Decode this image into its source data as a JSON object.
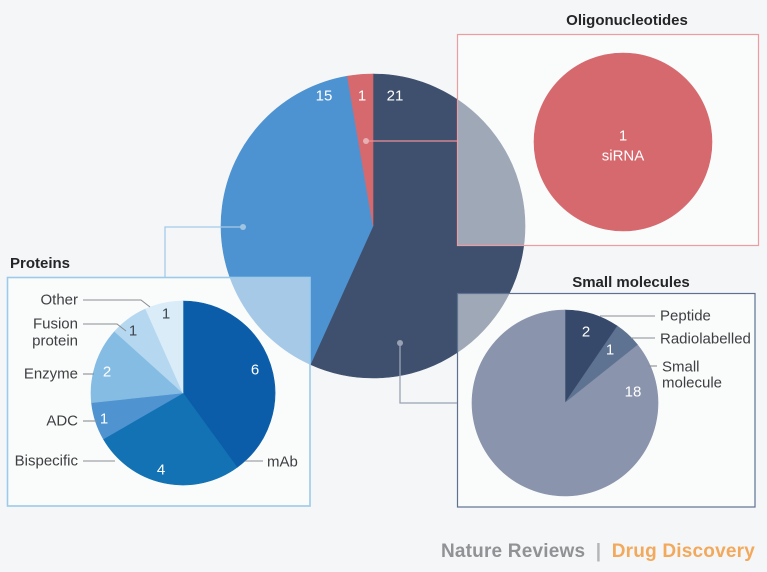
{
  "page": {
    "background": "#f5f6f7"
  },
  "footer": {
    "brand": "Nature Reviews",
    "separator": "|",
    "product": "Drug Discovery",
    "brand_color": "#909295",
    "separator_color": "#b4b6b8",
    "product_color": "#f2a95c"
  },
  "chart_data": [
    {
      "name": "overview",
      "type": "pie",
      "title": "",
      "total": 37,
      "slices": [
        {
          "label": "Small molecules",
          "value": 21,
          "display": "21",
          "color": "#3f506e"
        },
        {
          "label": "Proteins",
          "value": 15,
          "display": "15",
          "color": "#4e93d1"
        },
        {
          "label": "Oligonucleotides",
          "value": 1,
          "display": "1",
          "color": "#d5696e"
        }
      ]
    },
    {
      "name": "proteins",
      "type": "pie",
      "title": "Proteins",
      "total": 15,
      "accent": "#9ccbea",
      "connector_color": "#a5cbe8",
      "dot_color": "#a0c5e3",
      "slices": [
        {
          "label": "mAb",
          "value": 6,
          "display": "6",
          "color": "#0b5da9"
        },
        {
          "label": "Bispecific",
          "value": 4,
          "display": "4",
          "color": "#1272b4"
        },
        {
          "label": "ADC",
          "value": 1,
          "display": "1",
          "color": "#4f93d0"
        },
        {
          "label": "Enzyme",
          "value": 2,
          "display": "2",
          "color": "#85bce3"
        },
        {
          "label": "Fusion protein",
          "label_lines": [
            "Fusion",
            "protein"
          ],
          "value": 1,
          "display": "1",
          "color": "#b5d7ef"
        },
        {
          "label": "Other",
          "value": 1,
          "display": "1",
          "color": "#daecf8"
        }
      ]
    },
    {
      "name": "oligonucleotides",
      "type": "pie",
      "title": "Oligonucleotides",
      "total": 1,
      "accent": "#eb9da1",
      "connector_color": "#ee9096",
      "dot_color": "#e7b0b4",
      "slices": [
        {
          "label": "siRNA",
          "value": 1,
          "display": "1",
          "color": "#d5696e"
        }
      ]
    },
    {
      "name": "small_molecules",
      "type": "pie",
      "title": "Small molecules",
      "total": 21,
      "accent": "#5e7191",
      "connector_color": "#9aa3b4",
      "dot_color": "#99a2b3",
      "slices": [
        {
          "label": "Peptide",
          "value": 2,
          "display": "2",
          "color": "#37496a"
        },
        {
          "label": "Radiolabelled",
          "value": 1,
          "display": "1",
          "color": "#5e7291"
        },
        {
          "label": "Small molecule",
          "label_lines": [
            "Small",
            "molecule"
          ],
          "value": 18,
          "display": "18",
          "color": "#8a94ac"
        }
      ]
    }
  ]
}
